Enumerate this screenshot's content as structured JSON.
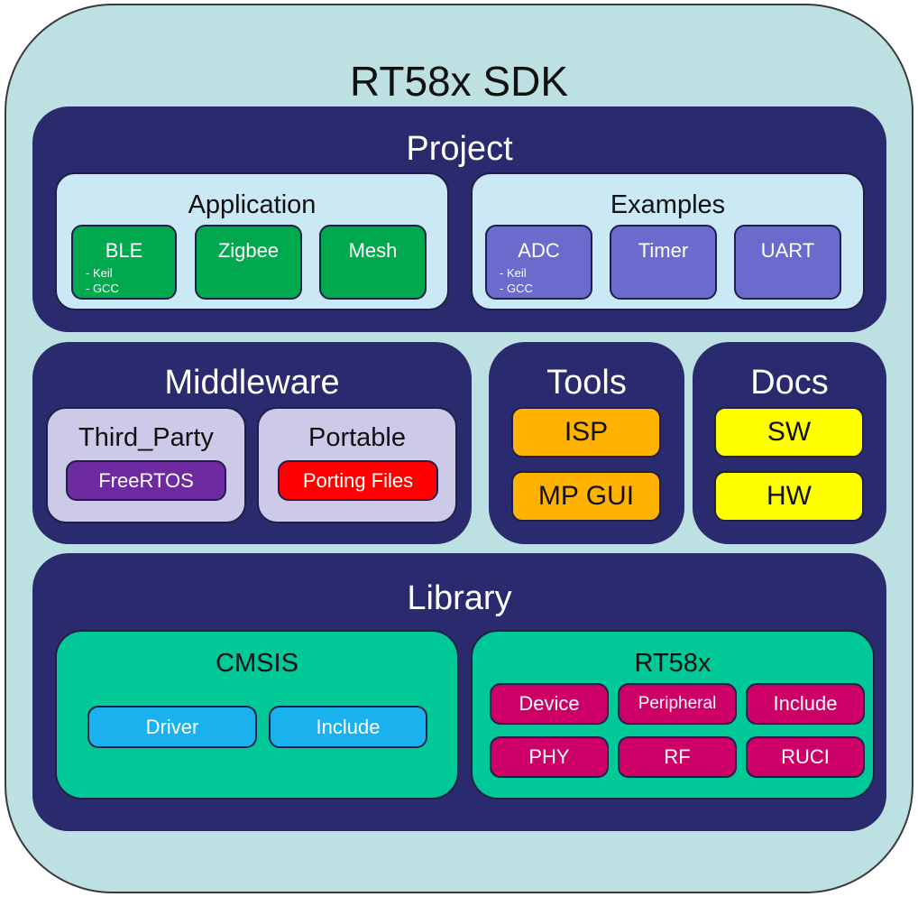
{
  "title": "RT58x SDK",
  "colors": {
    "outer_bg": "#bde0e3",
    "panel_bg": "#2a2a6e",
    "application_box": "#00a84e",
    "examples_box": "#6b6bcd",
    "freertos_box": "#6e2aa0",
    "porting_box": "#ff0000",
    "tools_box": "#ffb300",
    "docs_box": "#ffff00",
    "cmsis_box": "#1ab1ef",
    "rt58x_box": "#cc0066",
    "library_group": "#00c896"
  },
  "project": {
    "title": "Project",
    "application": {
      "title": "Application",
      "items": [
        {
          "label": "BLE",
          "sub": [
            "- Keil",
            "- GCC"
          ]
        },
        {
          "label": "Zigbee"
        },
        {
          "label": "Mesh"
        }
      ]
    },
    "examples": {
      "title": "Examples",
      "items": [
        {
          "label": "ADC",
          "sub": [
            "- Keil",
            "- GCC"
          ]
        },
        {
          "label": "Timer"
        },
        {
          "label": "UART"
        }
      ]
    }
  },
  "middleware": {
    "title": "Middleware",
    "third_party": {
      "title": "Third_Party",
      "item": "FreeRTOS"
    },
    "portable": {
      "title": "Portable",
      "item": "Porting Files"
    }
  },
  "tools": {
    "title": "Tools",
    "items": [
      "ISP",
      "MP GUI"
    ]
  },
  "docs": {
    "title": "Docs",
    "items": [
      "SW",
      "HW"
    ]
  },
  "library": {
    "title": "Library",
    "cmsis": {
      "title": "CMSIS",
      "items": [
        "Driver",
        "Include"
      ]
    },
    "rt58x": {
      "title": "RT58x",
      "items": [
        "Device",
        "Peripheral",
        "Include",
        "PHY",
        "RF",
        "RUCI"
      ]
    }
  }
}
